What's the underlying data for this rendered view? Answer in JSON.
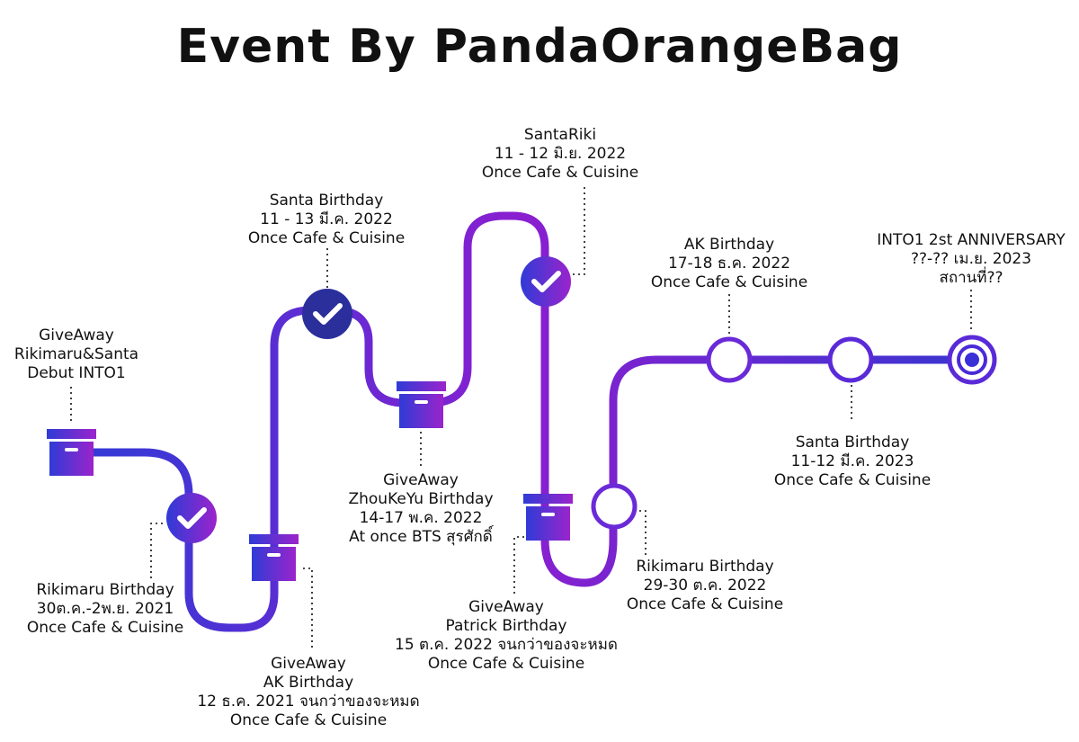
{
  "title": "Event By PandaOrangeBag",
  "colors": {
    "blue": "#2f3bd6",
    "purple": "#8a1fd0",
    "navy": "#2b2f9c",
    "magenta": "#9b24cc"
  },
  "events": [
    {
      "id": "giveaway-debut",
      "icon": "box-icon",
      "status": "giveaway",
      "lines": [
        "GiveAway",
        "Rikimaru&Santa",
        "Debut INTO1"
      ]
    },
    {
      "id": "rikimaru-birthday-2021",
      "icon": "check-icon",
      "status": "done",
      "lines": [
        "Rikimaru Birthday",
        "30ต.ค.-2พ.ย. 2021",
        "Once Cafe & Cuisine"
      ]
    },
    {
      "id": "giveaway-ak-2021",
      "icon": "box-icon",
      "status": "giveaway",
      "lines": [
        "GiveAway",
        "AK Birthday",
        "12 ธ.ค. 2021 จนกว่าของจะหมด",
        "Once Cafe & Cuisine"
      ]
    },
    {
      "id": "santa-birthday-2022",
      "icon": "check-icon",
      "status": "done",
      "lines": [
        "Santa Birthday",
        "11 - 13 มี.ค. 2022",
        "Once Cafe & Cuisine"
      ]
    },
    {
      "id": "giveaway-zhoukeyu",
      "icon": "box-icon",
      "status": "giveaway",
      "lines": [
        "GiveAway",
        "ZhouKeYu Birthday",
        "14-17 พ.ค. 2022",
        "At once BTS สุรศักดิ์"
      ]
    },
    {
      "id": "santariki",
      "icon": "check-icon",
      "status": "done",
      "lines": [
        "SantaRiki",
        "11 - 12 มิ.ย. 2022",
        "Once Cafe & Cuisine"
      ]
    },
    {
      "id": "giveaway-patrick",
      "icon": "box-icon",
      "status": "giveaway",
      "lines": [
        "GiveAway",
        "Patrick Birthday",
        "15 ต.ค. 2022 จนกว่าของจะหมด",
        "Once Cafe & Cuisine"
      ]
    },
    {
      "id": "rikimaru-birthday-2022",
      "icon": "ring-icon",
      "status": "upcoming",
      "lines": [
        "Rikimaru Birthday",
        "29-30 ต.ค. 2022",
        "Once Cafe & Cuisine"
      ]
    },
    {
      "id": "ak-birthday-2022",
      "icon": "ring-icon",
      "status": "upcoming",
      "lines": [
        "AK Birthday",
        "17-18 ธ.ค. 2022",
        "Once Cafe & Cuisine"
      ]
    },
    {
      "id": "santa-birthday-2023",
      "icon": "ring-icon",
      "status": "upcoming",
      "lines": [
        "Santa Birthday",
        "11-12 มี.ค. 2023",
        "Once Cafe & Cuisine"
      ]
    },
    {
      "id": "into1-anniversary",
      "icon": "target-icon",
      "status": "goal",
      "lines": [
        "INTO1 2st ANNIVERSARY",
        "??-?? เม.ย. 2023",
        "สถานที่??"
      ]
    }
  ]
}
